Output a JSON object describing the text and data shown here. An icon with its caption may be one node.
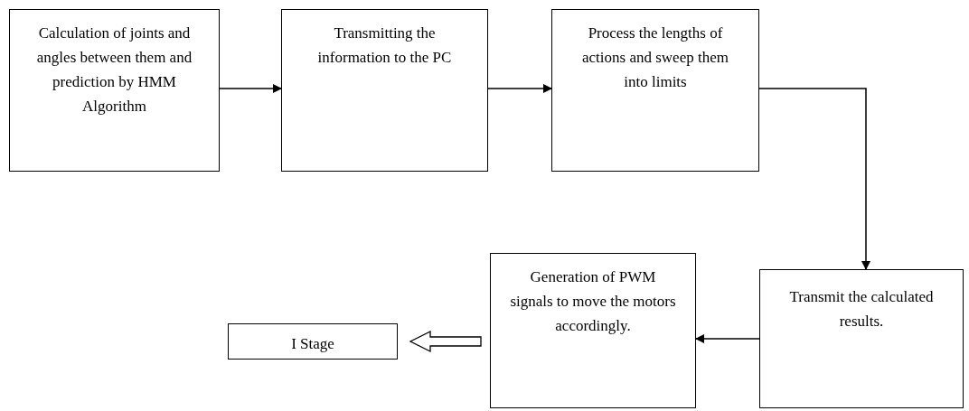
{
  "diagram": {
    "nodes": [
      {
        "text": [
          "Calculation of joints and angles between them and prediction by HMM Algorithm"
        ]
      },
      {
        "text": [
          "Transmitting the information to the PC"
        ]
      },
      {
        "text": [
          "Process the lengths of actions and sweep them into limits"
        ]
      },
      {
        "text": [
          "Transmit the calculated results."
        ]
      },
      {
        "text": [
          "Generation of PWM signals to move the motors accordingly."
        ]
      },
      {
        "text": [
          "I Stage"
        ]
      }
    ],
    "edges": [
      {
        "from": 0,
        "to": 1,
        "arrow": "to"
      },
      {
        "from": 1,
        "to": 2,
        "arrow": "to"
      },
      {
        "from": 2,
        "to": 3,
        "arrow": "to"
      },
      {
        "from": 3,
        "to": 4,
        "arrow": "to"
      },
      {
        "from": 4,
        "to": 5,
        "arrow": "to",
        "style": "thick"
      }
    ]
  }
}
